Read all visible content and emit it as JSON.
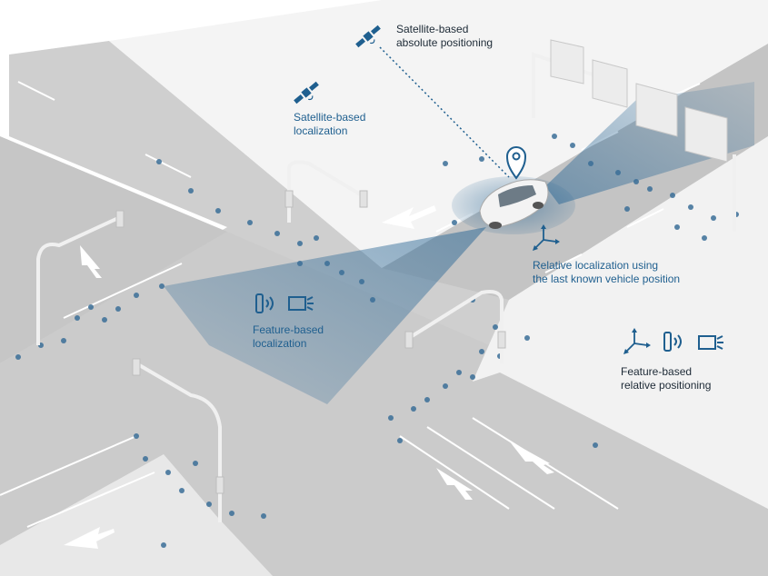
{
  "labels": {
    "satellite_absolute": {
      "line1": "Satellite-based",
      "line2": "absolute positioning"
    },
    "satellite_localization": {
      "line1": "Satellite-based",
      "line2": "localization"
    },
    "relative_localization": {
      "line1": "Relative localization using",
      "line2": "the last known vehicle position"
    },
    "feature_localization": {
      "line1": "Feature-based",
      "line2": "localization"
    },
    "feature_relative": {
      "line1": "Feature-based",
      "line2": "relative positioning"
    }
  },
  "colors": {
    "road": "#c9c9c9",
    "road_dark": "#b8b8b8",
    "lane_marking": "#ffffff",
    "accent_blue": "#1f5f8f",
    "beam": "#2f6a97",
    "feature_dot": "#3b6f98",
    "text_dark": "#1d2a36"
  },
  "icons": {
    "satellite_top": "satellite-icon",
    "satellite_left": "satellite-icon",
    "location_pin": "location-pin-icon",
    "axes_center": "axes-icon",
    "axes_right": "axes-icon",
    "sensor_left": "radar-sensor-icon",
    "camera_left": "camera-icon",
    "sensor_right": "radar-sensor-icon",
    "camera_right": "camera-icon"
  }
}
